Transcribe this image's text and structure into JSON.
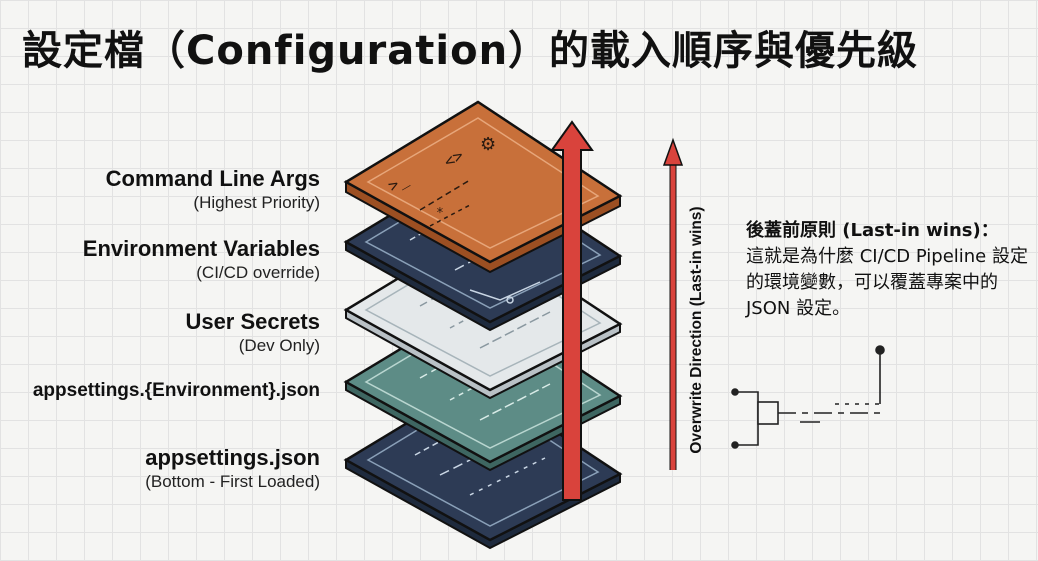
{
  "title": "設定檔（Configuration）的載入順序與優先級",
  "layers": [
    {
      "name": "Command Line Args",
      "note": "(Highest Priority)",
      "color": "#c8703a"
    },
    {
      "name": "Environment Variables",
      "note": "(CI/CD override)",
      "color": "#2d3b55"
    },
    {
      "name": "User Secrets",
      "note": "(Dev Only)",
      "color": "#e4e8ea"
    },
    {
      "name": "appsettings.{Environment}.json",
      "note": "",
      "color": "#5d8c86"
    },
    {
      "name": "appsettings.json",
      "note": "(Bottom - First Loaded)",
      "color": "#2d3b55"
    }
  ],
  "arrow": {
    "label": "Overwrite Direction (Last-in wins)",
    "color": "#d9433c"
  },
  "note": {
    "title": "後蓋前原則 (Last-in wins)：",
    "body": "這就是為什麼 CI/CD Pipeline 設定的環境變數，可以覆蓋專案中的 JSON 設定。"
  },
  "icons": [
    "gear-icon",
    "code-brackets-icon",
    "circuit-icon"
  ]
}
